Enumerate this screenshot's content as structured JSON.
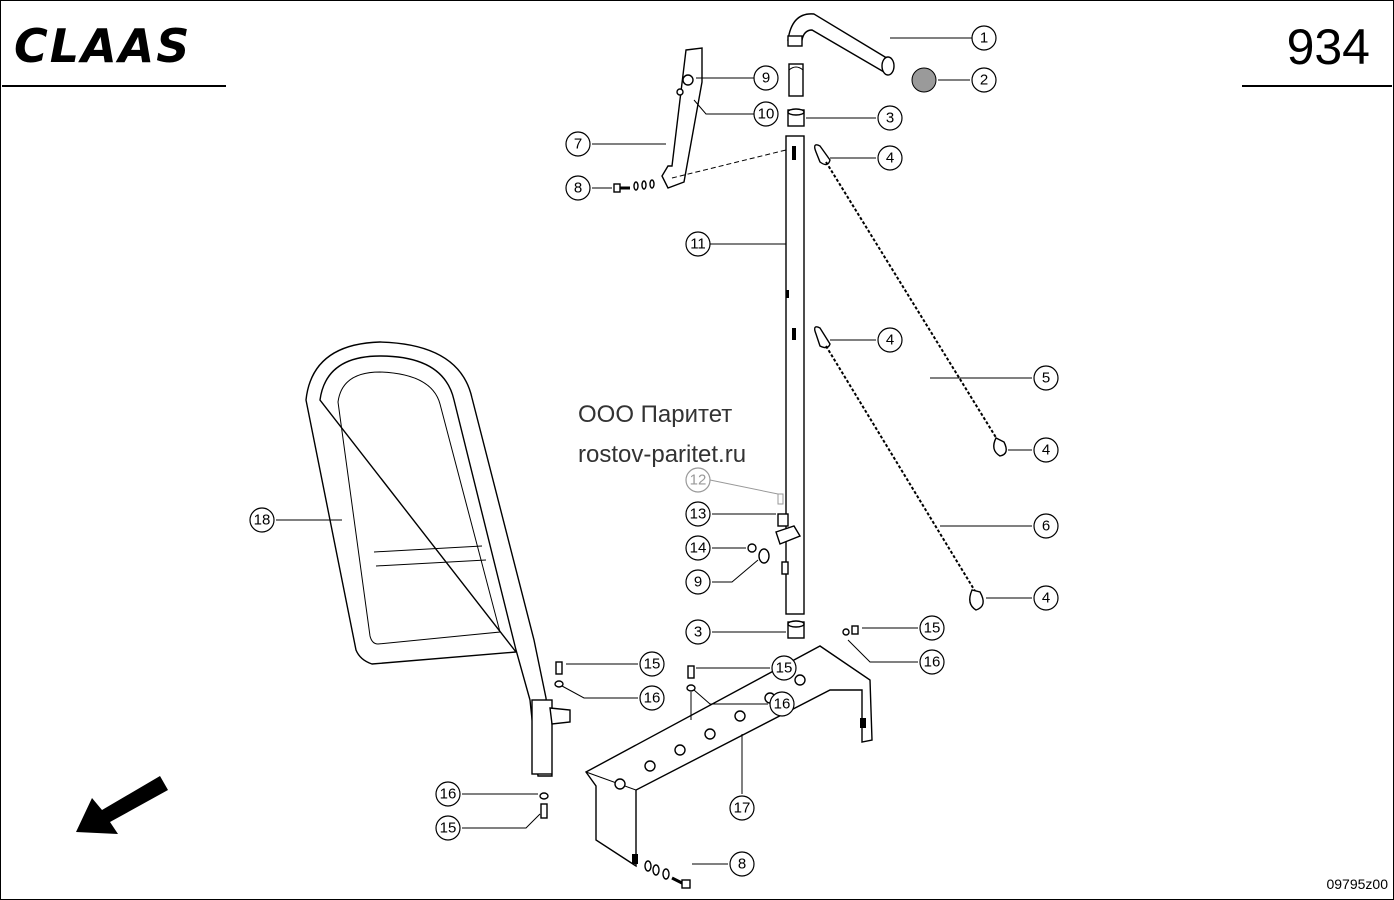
{
  "header": {
    "brand": "CLAAS",
    "page_number": "934"
  },
  "watermark": {
    "line1": "ООО Паритет",
    "line2": "rostov-paritet.ru"
  },
  "footer": {
    "drawing_id": "09795z00"
  },
  "callouts": [
    "1",
    "2",
    "9",
    "10",
    "3",
    "7",
    "4",
    "8",
    "11",
    "4",
    "5",
    "4",
    "12",
    "13",
    "14",
    "9",
    "6",
    "4",
    "18",
    "3",
    "15",
    "16",
    "15",
    "15",
    "16",
    "16",
    "17",
    "16",
    "15",
    "8"
  ],
  "colors": {
    "ink": "#000000",
    "faded": "#999999",
    "ball": "#9a9a9a"
  },
  "icons": {
    "direction": "arrow-down-left-icon"
  }
}
